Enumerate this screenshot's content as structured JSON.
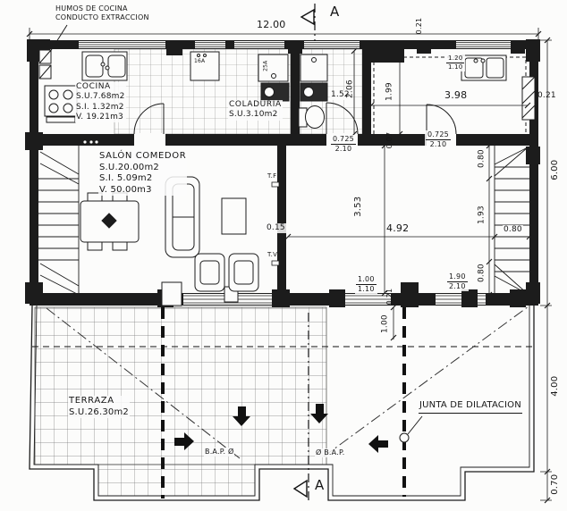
{
  "drawing": {
    "annotations": {
      "humos_line1": "HUMOS DE COCINA",
      "humos_line2": "CONDUCTO EXTRACCION",
      "junta": "JUNTA DE DILATACION",
      "bap_left": "B.A.P. Ø",
      "bap_right": "Ø B.A.P.",
      "tf": "T.F",
      "tv": "T.V",
      "fridge_amp": "16A",
      "washer_amp": "25A",
      "section_top": "A",
      "section_bottom": "A"
    },
    "rooms": {
      "cocina": {
        "name": "COCINA",
        "su": "S.U.7.68m2",
        "si": "S.I. 1.32m2",
        "v": "V. 19.21m3"
      },
      "salon": {
        "name": "SALÓN COMEDOR",
        "su": "S.U.20.00m2",
        "si": "S.I. 5.09m2",
        "v": "V. 50.00m3"
      },
      "coladuria": {
        "name": "COLADURIA",
        "su": "S.U.3.10m2"
      },
      "terraza": {
        "name": "TERRAZA",
        "su": "S.U.26.30m2"
      }
    },
    "dimensions": {
      "total_width": "12.00",
      "right_upper": "6.00",
      "right_lower": "4.00",
      "right_bottom": "0.70",
      "bath_height": "2.06",
      "bath_width": "1.52",
      "step_top": "0.21",
      "room_right_height": "1.99",
      "room_right_width": "3.98",
      "wall_right": "0.21",
      "window_tr_num": "1.20",
      "window_tr_den": "1.10",
      "door_bath_num": "0.725",
      "door_bath_den": "2.10",
      "door_right_num": "0.725",
      "door_right_den": "2.10",
      "offset_small": "0.07",
      "room_big_height": "3.53",
      "room_big_width": "4.92",
      "wall_mid": "0.15",
      "stair_top": "0.80",
      "stair_mid": "1.93",
      "stair_bottom": "0.80",
      "stair_width": "0.80",
      "window_bottom_num": "1.00",
      "window_bottom_den": "1.10",
      "wall_bottom": "0.21",
      "terrace_offset": "1.00",
      "door_bottom_num": "1.90",
      "door_bottom_den": "2.10"
    }
  }
}
